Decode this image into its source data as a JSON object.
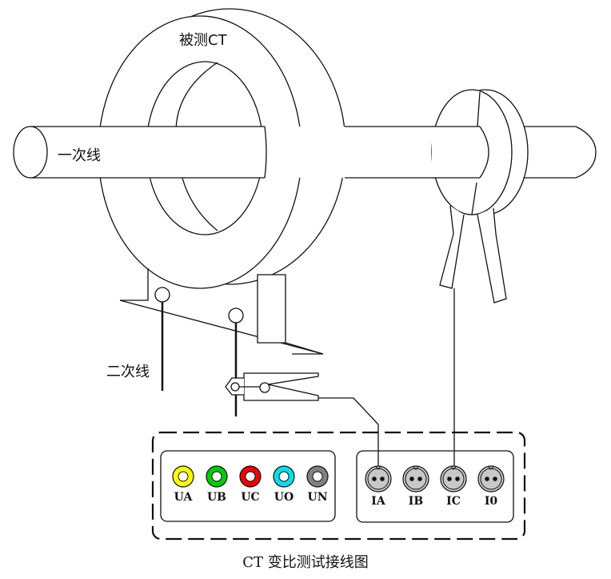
{
  "labels": {
    "ct_under_test": "被测CT",
    "primary_line": "一次线",
    "secondary_line": "二次线",
    "caption": "CT 变比测试接线图"
  },
  "voltage_ports": [
    {
      "label": "UA",
      "color": "#ffff00"
    },
    {
      "label": "UB",
      "color": "#00cc00"
    },
    {
      "label": "UC",
      "color": "#ee0000"
    },
    {
      "label": "UO",
      "color": "#00e0e8"
    },
    {
      "label": "UN",
      "color": "#808080"
    }
  ],
  "current_ports": [
    {
      "label": "IA",
      "connected": true
    },
    {
      "label": "IB",
      "connected": false
    },
    {
      "label": "IC",
      "connected": true
    },
    {
      "label": "I0",
      "connected": false
    }
  ]
}
